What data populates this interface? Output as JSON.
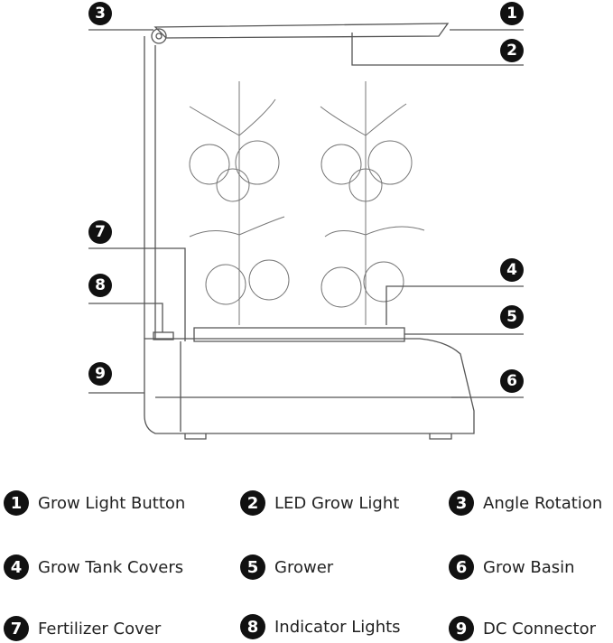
{
  "callouts": [
    "1",
    "2",
    "3",
    "4",
    "5",
    "6",
    "7",
    "8",
    "9"
  ],
  "legend": [
    {
      "num": "1",
      "label": "Grow Light Button"
    },
    {
      "num": "2",
      "label": "LED Grow Light"
    },
    {
      "num": "3",
      "label": "Angle Rotation"
    },
    {
      "num": "4",
      "label": "Grow Tank Covers"
    },
    {
      "num": "5",
      "label": "Grower"
    },
    {
      "num": "6",
      "label": "Grow Basin"
    },
    {
      "num": "7",
      "label": "Fertilizer Cover"
    },
    {
      "num": "8",
      "label": "Indicator Lights"
    },
    {
      "num": "9",
      "label": "DC Connector"
    }
  ],
  "colors": {
    "line": "#555555",
    "badge": "#111111",
    "text": "#222222"
  }
}
